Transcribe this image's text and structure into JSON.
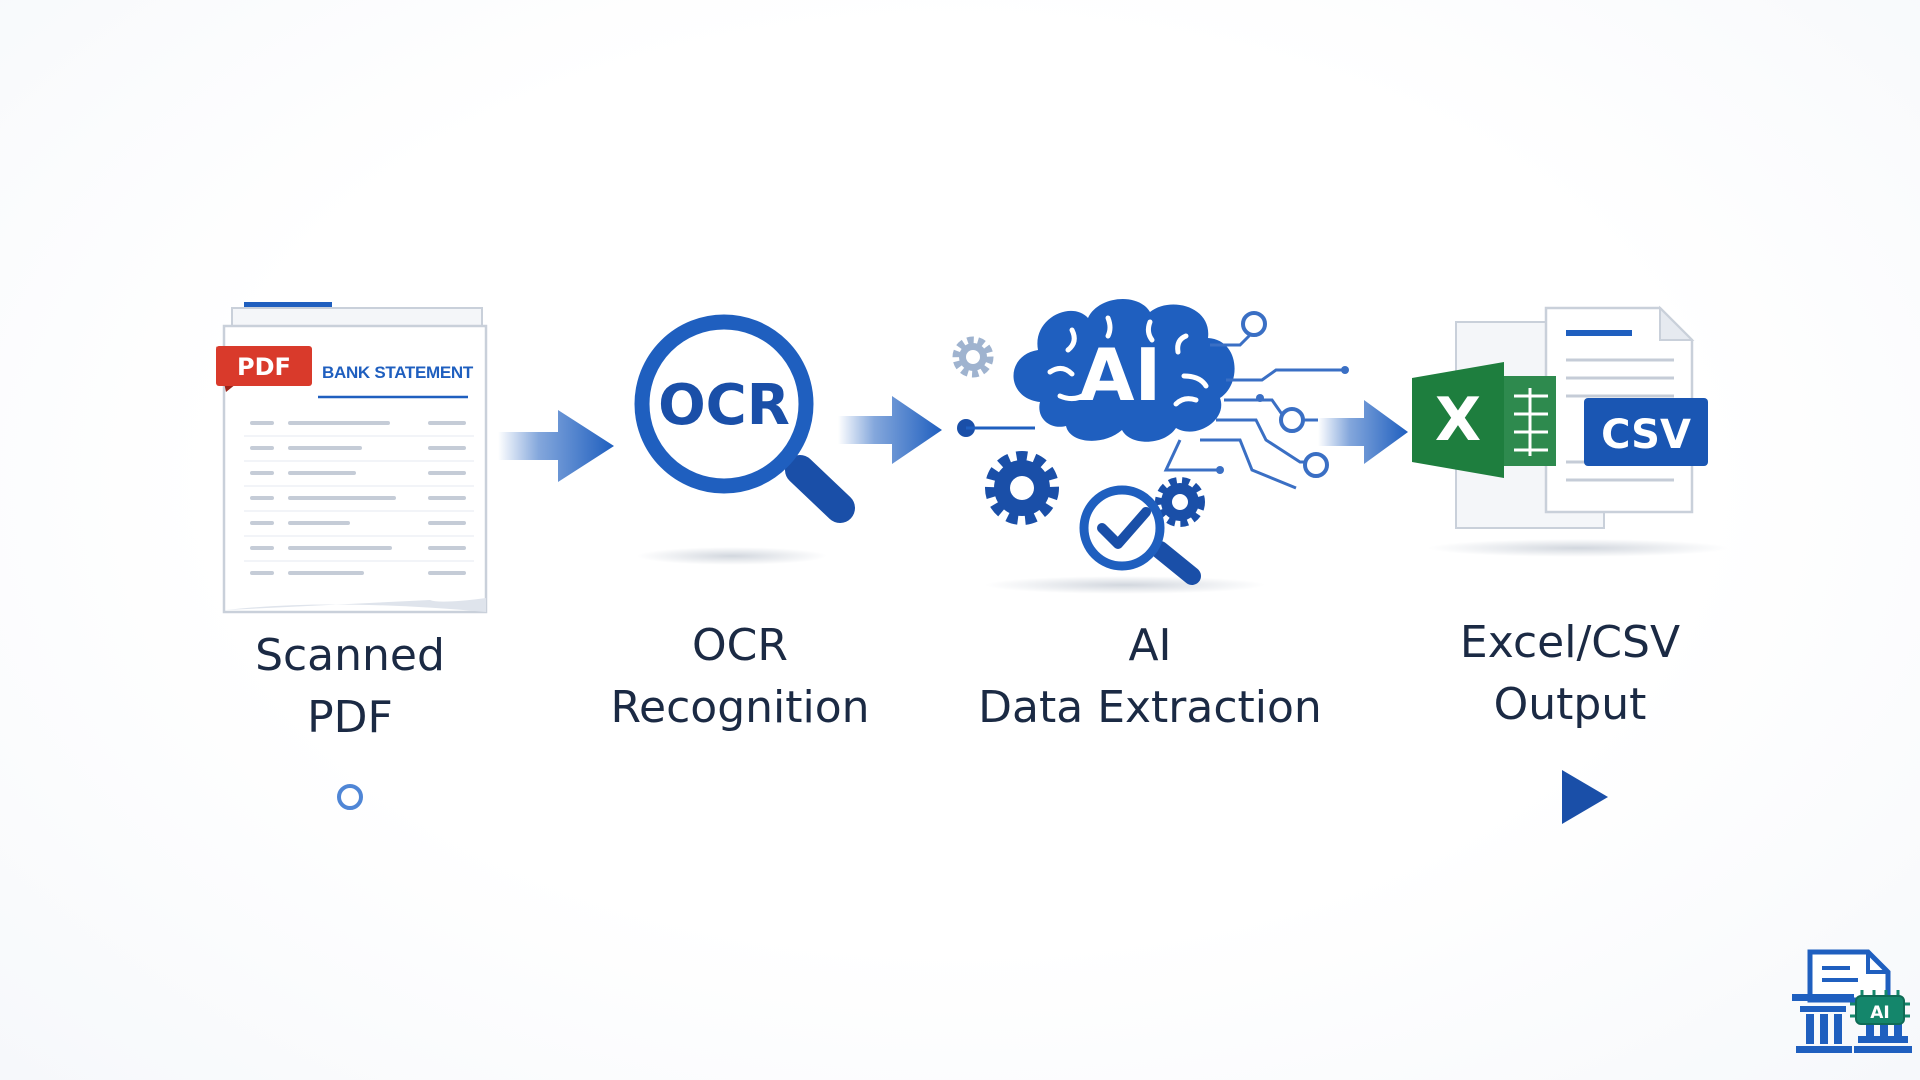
{
  "steps": [
    {
      "id": "scanned-pdf",
      "line1": "Scanned",
      "line2": "PDF"
    },
    {
      "id": "ocr",
      "line1": "OCR",
      "line2": "Recognition"
    },
    {
      "id": "ai",
      "line1": "AI",
      "line2": "Data Extraction"
    },
    {
      "id": "output",
      "line1": "Excel/CSV",
      "line2": "Output"
    }
  ],
  "icons": {
    "pdf_badge": "PDF",
    "document_heading": "BANK STATEMENT",
    "ocr_lens": "OCR",
    "ai_brain": "AI",
    "excel_letter": "X",
    "csv_badge": "CSV",
    "logo_chip": "AI"
  },
  "colors": {
    "primary_blue": "#1f5fbf",
    "dark_blue": "#1a4fa8",
    "pdf_red": "#d93a2b",
    "excel_green": "#1e7e3e",
    "label_text": "#1b2a44"
  }
}
